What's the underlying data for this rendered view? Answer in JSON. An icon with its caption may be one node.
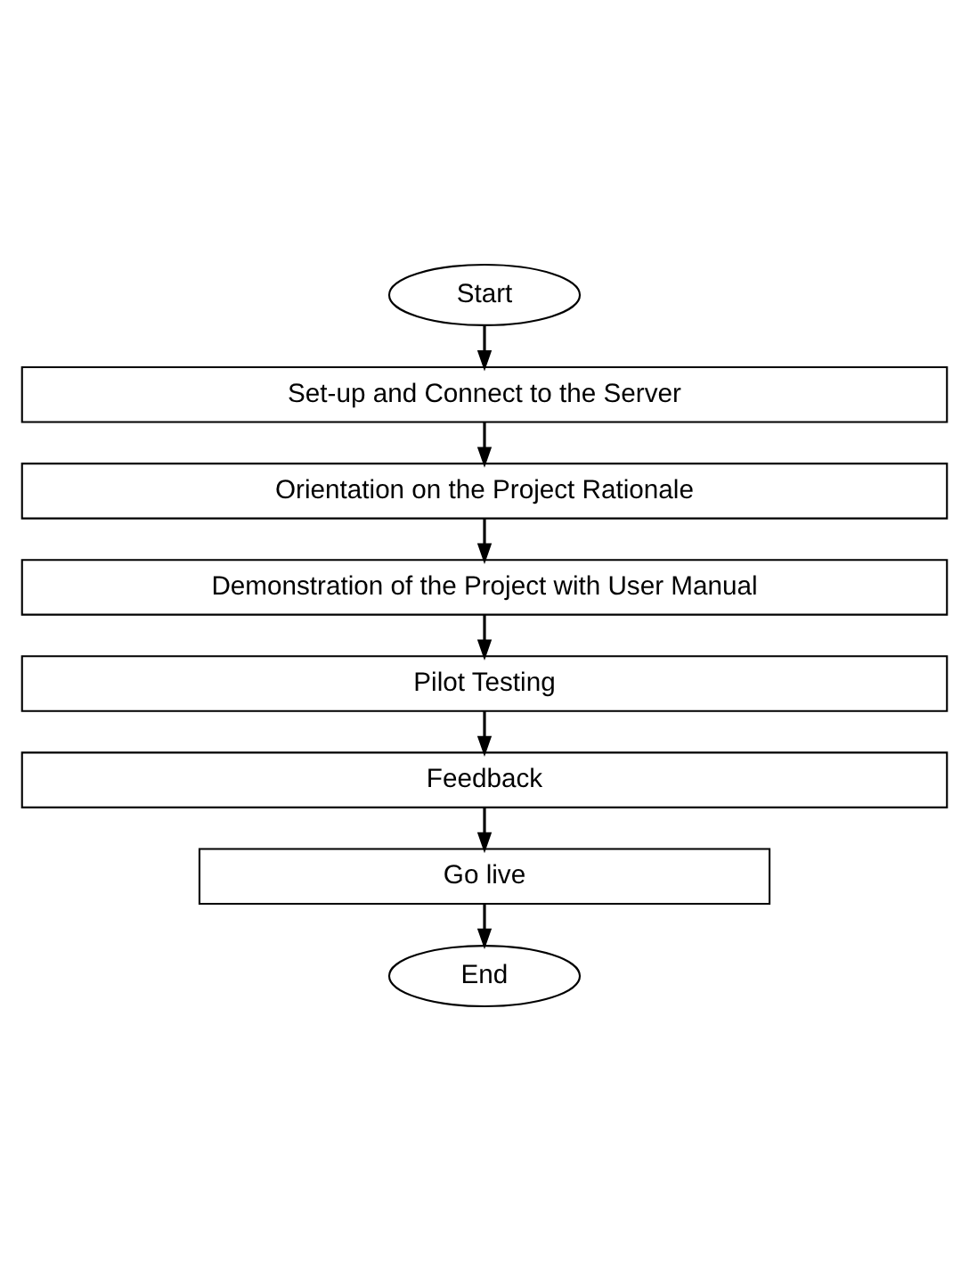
{
  "diagram": {
    "nodes": [
      {
        "text": [
          "Start"
        ]
      },
      {
        "text": [
          "Set-up and Connect to the Server"
        ]
      },
      {
        "text": [
          "Orientation on the Project Rationale"
        ]
      },
      {
        "text": [
          "Demonstration of the Project with User Manual"
        ]
      },
      {
        "text": [
          "Pilot Testing"
        ]
      },
      {
        "text": [
          "Feedback"
        ]
      },
      {
        "text": [
          "Go live"
        ]
      },
      {
        "text": [
          "End"
        ]
      }
    ],
    "edges": [
      {
        "from": 0,
        "to": 1,
        "arrow": "to"
      },
      {
        "from": 1,
        "to": 2,
        "arrow": "to"
      },
      {
        "from": 2,
        "to": 3,
        "arrow": "to"
      },
      {
        "from": 3,
        "to": 4,
        "arrow": "to"
      },
      {
        "from": 4,
        "to": 5,
        "arrow": "to"
      },
      {
        "from": 5,
        "to": 6,
        "arrow": "to"
      },
      {
        "from": 6,
        "to": 7,
        "arrow": "to"
      }
    ]
  }
}
